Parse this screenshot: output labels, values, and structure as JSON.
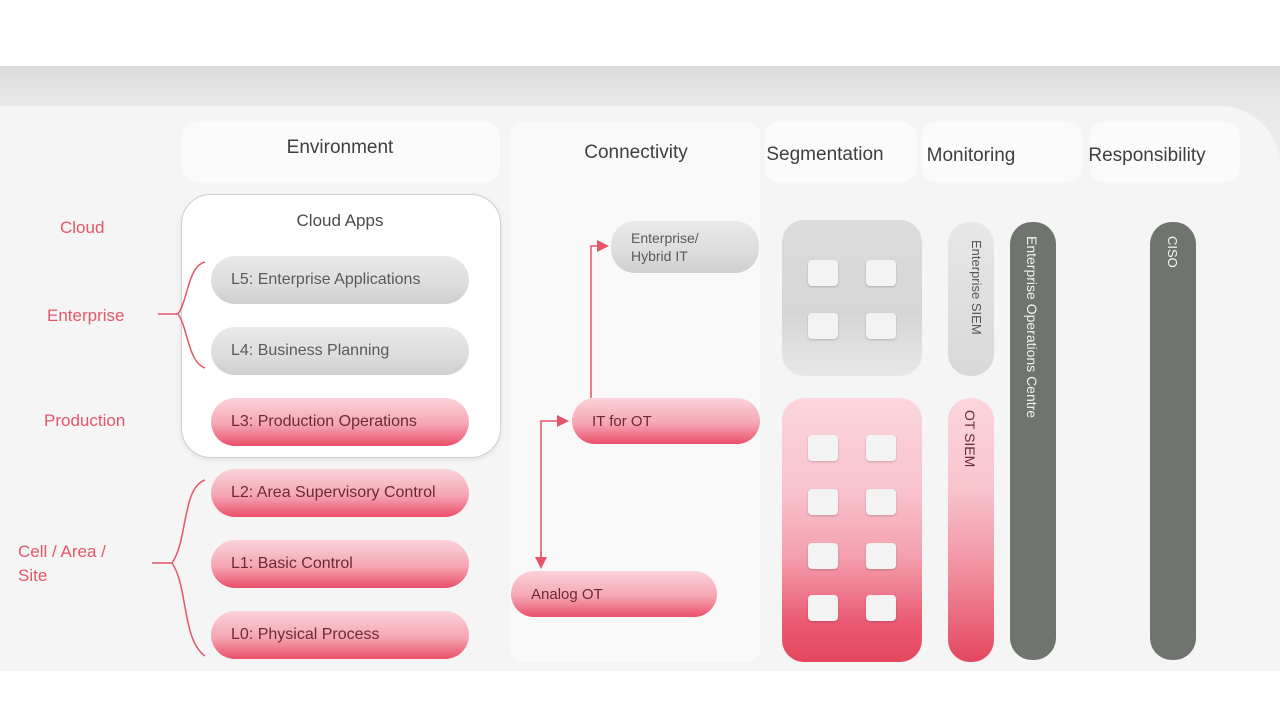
{
  "headers": {
    "environment": "Environment",
    "connectivity": "Connectivity",
    "segmentation": "Segmentation",
    "monitoring": "Monitoring",
    "responsibility": "Responsibility"
  },
  "row_labels": {
    "cloud": "Cloud",
    "enterprise": "Enterprise",
    "production": "Production",
    "cell": "Cell / Area /\nSite"
  },
  "environment": {
    "cloud_apps": "Cloud Apps",
    "levels": [
      {
        "label": "L5: Enterprise Applications",
        "style": "grey"
      },
      {
        "label": "L4: Business Planning",
        "style": "grey"
      },
      {
        "label": "L3: Production Operations",
        "style": "pink"
      },
      {
        "label": "L2: Area Supervisory Control",
        "style": "pink"
      },
      {
        "label": "L1: Basic Control",
        "style": "pink"
      },
      {
        "label": "L0: Physical Process",
        "style": "pink"
      }
    ]
  },
  "connectivity": {
    "enterprise_it": "Enterprise/\nHybrid IT",
    "it_for_ot": "IT for OT",
    "analog_ot": "Analog OT"
  },
  "monitoring": {
    "enterprise_siem": "Enterprise SIEM",
    "ot_siem": "OT SIEM",
    "eoc": "Enterprise Operations Centre"
  },
  "responsibility": {
    "ciso": "CISO"
  },
  "colors": {
    "accent_pink": "#e4566a",
    "dark_grey_bar": "#6f746e",
    "header_text": "#3f3f3f"
  }
}
